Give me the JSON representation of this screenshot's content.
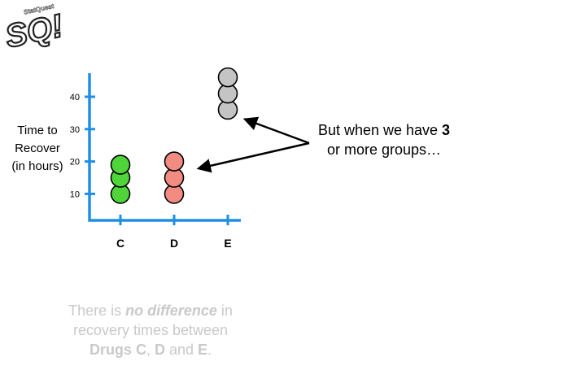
{
  "logo": {
    "text": "SQ!",
    "small_text": "StatQuest"
  },
  "y_axis_label": [
    "Time to",
    "Recover",
    "(in hours)"
  ],
  "callout": {
    "line1_prefix": "But when we have ",
    "line1_strong": "3",
    "line2": "or more groups…"
  },
  "bottom_note": {
    "line1_prefix": "There is ",
    "line1_em": "no difference",
    "line1_suffix": " in",
    "line2": "recovery times between",
    "line3_prefix": "Drugs C",
    "line3_mid": ", ",
    "line3_d": "D",
    "line3_and": " and ",
    "line3_e": "E",
    "line3_end": "."
  },
  "colors": {
    "axis": "#1f8fe6",
    "C": "#4fd43a",
    "D": "#f28c82",
    "E": "#c4c4c4",
    "muted_text": "#c9c9c9"
  },
  "chart_data": {
    "type": "scatter",
    "title": "",
    "xlabel": "",
    "ylabel": "Time to Recover (in hours)",
    "categories": [
      "C",
      "D",
      "E"
    ],
    "yticks": [
      10,
      20,
      30,
      40
    ],
    "ylim": [
      2,
      46
    ],
    "grid": false,
    "series": [
      {
        "category": "C",
        "values": [
          10,
          15,
          19
        ]
      },
      {
        "category": "D",
        "values": [
          10,
          15,
          20
        ]
      },
      {
        "category": "E",
        "values": [
          36,
          41,
          46
        ]
      }
    ]
  }
}
